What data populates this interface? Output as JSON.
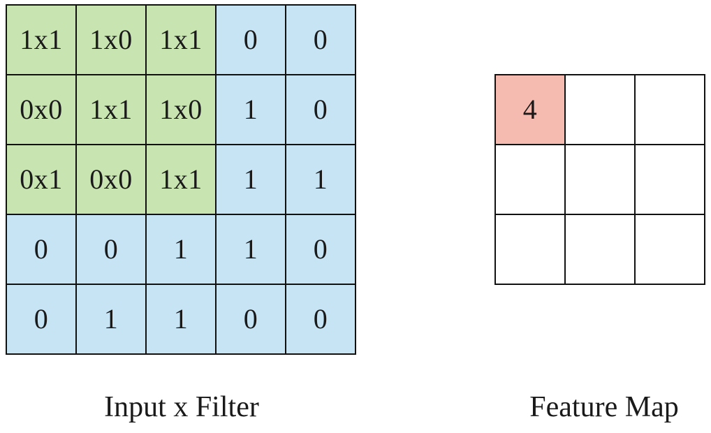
{
  "colors": {
    "filter_cell": "#c8e4b0",
    "input_cell": "#c7e4f4",
    "feature_active": "#f6bbb0",
    "feature_empty": "#ffffff"
  },
  "input_grid": {
    "cells": [
      [
        "1x1",
        "1x0",
        "1x1",
        "0",
        "0"
      ],
      [
        "0x0",
        "1x1",
        "1x0",
        "1",
        "0"
      ],
      [
        "0x1",
        "0x0",
        "1x1",
        "1",
        "1"
      ],
      [
        "0",
        "0",
        "1",
        "1",
        "0"
      ],
      [
        "0",
        "1",
        "1",
        "0",
        "0"
      ]
    ],
    "filter_rows": 3,
    "filter_cols": 3
  },
  "feature_map": {
    "cells": [
      [
        "4",
        "",
        ""
      ],
      [
        "",
        "",
        ""
      ],
      [
        "",
        "",
        ""
      ]
    ],
    "active": [
      0,
      0
    ]
  },
  "captions": {
    "input": "Input x Filter",
    "feature": "Feature Map"
  }
}
